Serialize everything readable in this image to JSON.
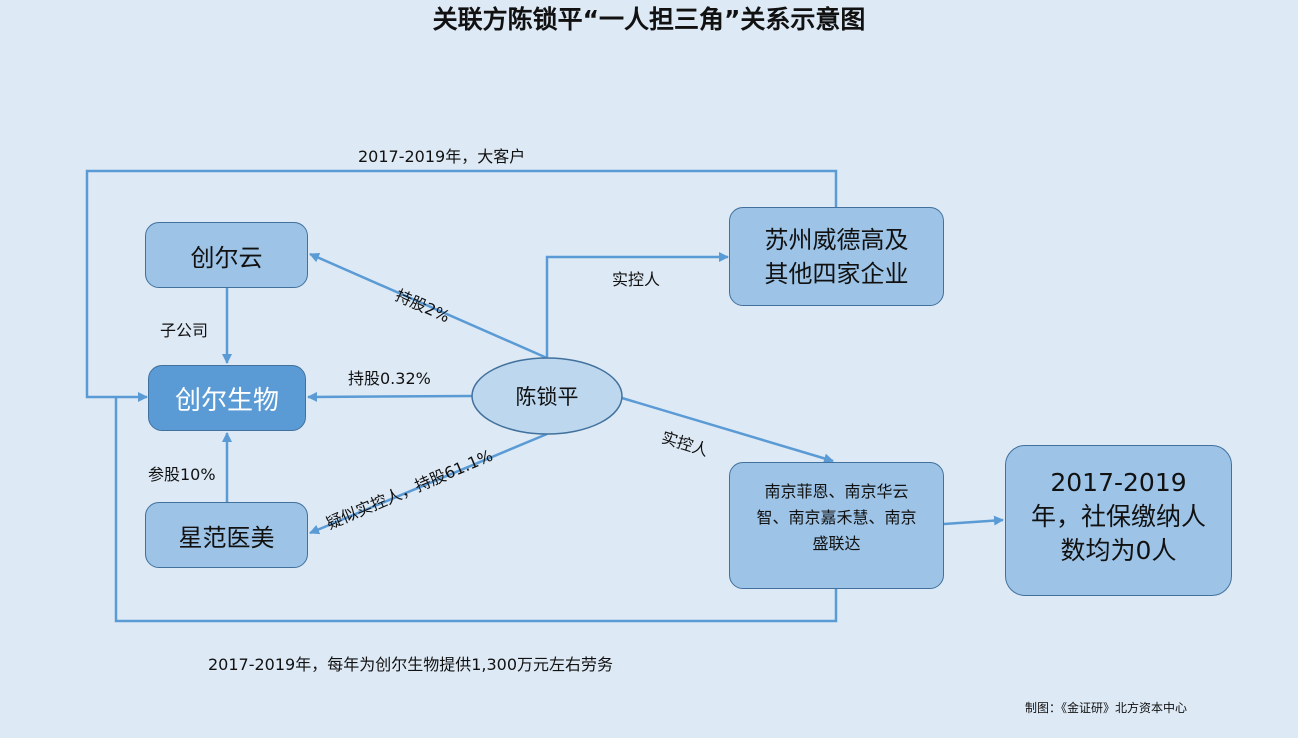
{
  "title": "关联方陈锁平“一人担三角”关系示意图",
  "nodes": {
    "chuangeryun": "创尔云",
    "chuangershengwu": "创尔生物",
    "xingfanyimei": "星范医美",
    "chensuoping": "陈锁平",
    "suzhou": "苏州威德高及其他四家企业",
    "nanjing": "南京菲恩、南京华云智、南京嘉禾慧、南京盛联达",
    "social": "2017-2019年，社保缴纳人数均为0人"
  },
  "edges": {
    "big_customer": "2017-2019年，大客户",
    "control_suzhou": "实控人",
    "hold_2": "持股2%",
    "subsidiary": "子公司",
    "hold_032": "持股0.32%",
    "participate_10": "参股10%",
    "suspected_611": "疑似实控人，持股61.1%",
    "control_nanjing": "实控人",
    "services": "2017-2019年，每年为创尔生物提供1,300万元左右劳务"
  },
  "footer": "制图：《金证研》北方资本中心",
  "colors": {
    "background": "#dde9f5",
    "box": "#9dc3e6",
    "main_box": "#5b9bd5",
    "ellipse": "#bdd7ee",
    "line": "#5b9bd5",
    "border": "#41719c"
  }
}
